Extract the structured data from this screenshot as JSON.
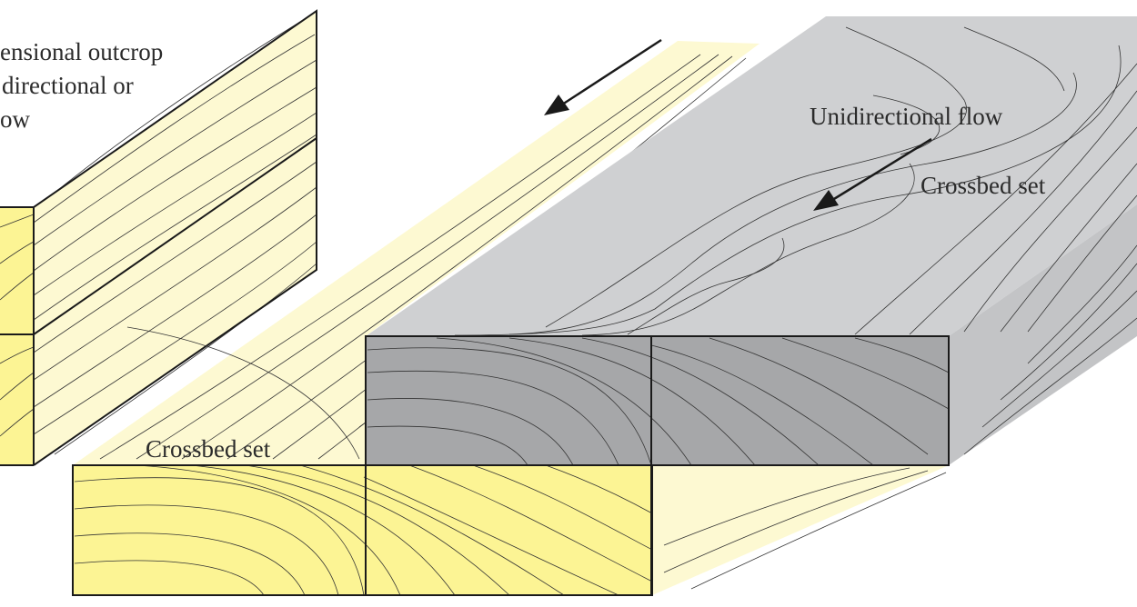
{
  "labels": {
    "outcrop_line1": "ensional outcrop",
    "outcrop_line2": "directional or",
    "outcrop_line3": "ow",
    "flow": "Unidirectional flow",
    "crossbed_right": "Crossbed set",
    "crossbed_left": "Crossbed set"
  },
  "colors": {
    "yellow_pale": "#fdf9d2",
    "yellow_face": "#fcf494",
    "gray_top": "#cfd0d2",
    "gray_face": "#a6a7a9",
    "gray_side": "#c3c4c6",
    "line": "#333333",
    "edge": "#1a1a1a",
    "text": "#2b2b2b"
  },
  "icons": [
    "arrow-left-down-icon",
    "arrow-left-down-icon"
  ]
}
